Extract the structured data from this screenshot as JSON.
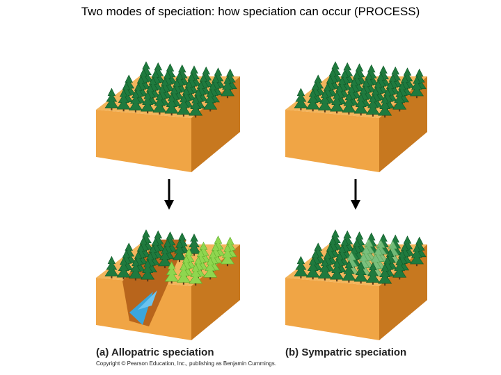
{
  "title": "Two modes of speciation: how speciation can occur (PROCESS)",
  "panels": [
    {
      "label": "(a) Allopatric speciation"
    },
    {
      "label": "(b) Sympatric speciation"
    }
  ],
  "copyright": "Copyright © Pearson Education, Inc., publishing as Benjamin Cummings.",
  "colors": {
    "block_top": "#f3b55c",
    "block_front": "#f0a545",
    "block_side": "#c7781f",
    "tree_dark": "#1f7a3e",
    "tree_light": "#8fd64f",
    "tree_new_species": "#79c17e",
    "river": "#3aa6dc",
    "arrow": "#000000"
  }
}
